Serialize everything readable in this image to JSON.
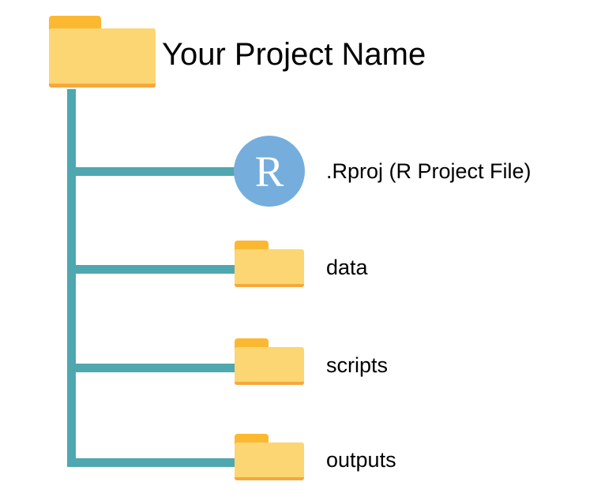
{
  "diagram": {
    "title": "Your Project Name",
    "root": {
      "icon": "folder-icon",
      "label": "Your Project Name"
    },
    "nodes": [
      {
        "icon": "r-project-icon",
        "glyph": "R",
        "label": ".Rproj (R Project File)"
      },
      {
        "icon": "folder-icon",
        "label": "data"
      },
      {
        "icon": "folder-icon",
        "label": "scripts"
      },
      {
        "icon": "folder-icon",
        "label": "outputs"
      }
    ],
    "colors": {
      "connector": "#4FA7B0",
      "folder_tab": "#FBB831",
      "folder_body": "#FCD672",
      "folder_strip": "#F6A83C",
      "r_circle": "#75AEDC",
      "text": "#000000",
      "background": "#FFFFFF"
    }
  }
}
